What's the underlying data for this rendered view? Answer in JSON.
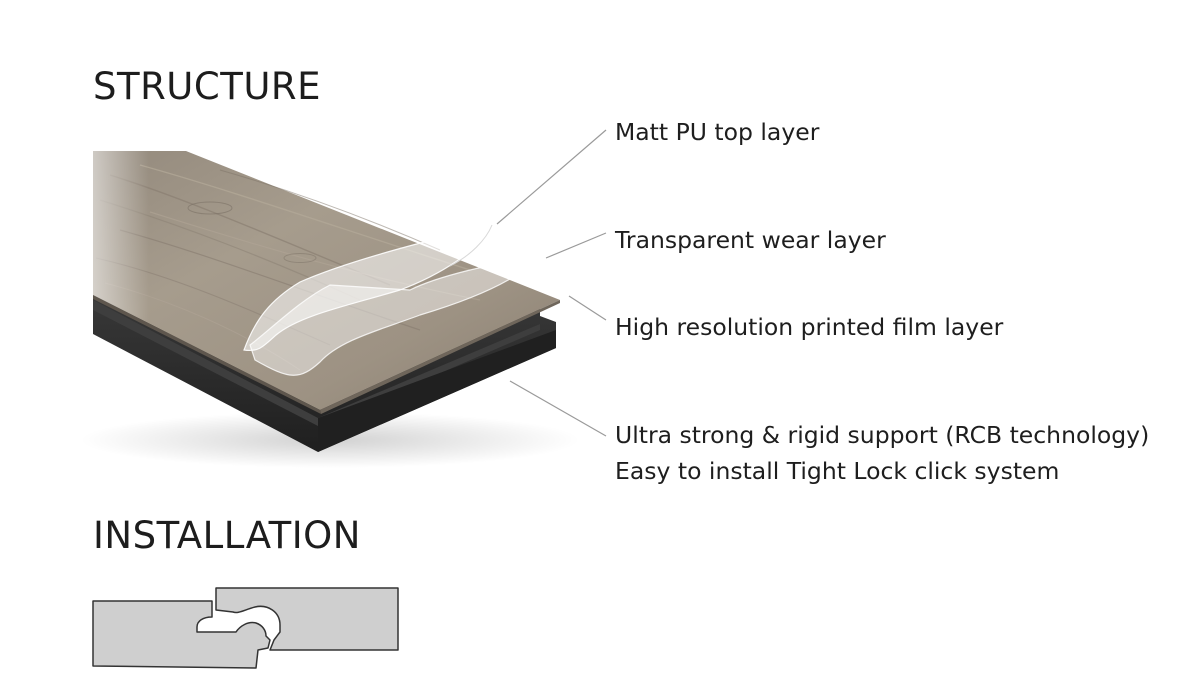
{
  "headings": {
    "structure": "STRUCTURE",
    "installation": "INSTALLATION"
  },
  "layers": [
    {
      "label": "Matt PU top layer"
    },
    {
      "label": "Transparent wear layer"
    },
    {
      "label": "High resolution printed film layer"
    },
    {
      "label": "Ultra strong & rigid support (RCB technology)"
    },
    {
      "label": "Easy to install Tight Lock click system"
    }
  ],
  "colors": {
    "text": "#1e1e1e",
    "leader_line": "#9a9a9a",
    "wood_light": "#a59a8b",
    "wood_dark": "#7f7467",
    "core": "#2a2a2a",
    "profile_fill": "#cfcfcf",
    "profile_stroke": "#333333"
  }
}
